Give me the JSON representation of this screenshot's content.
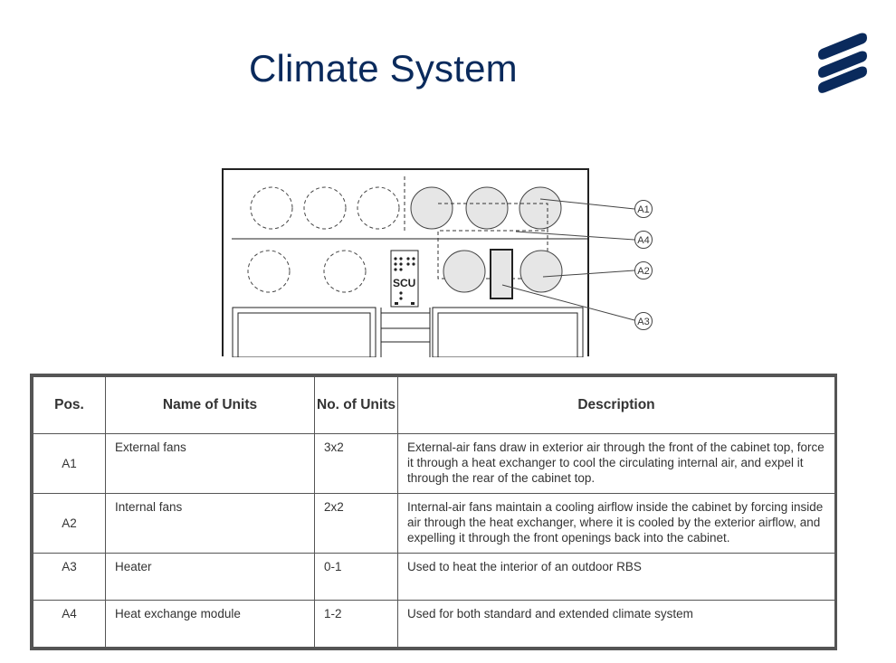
{
  "slide": {
    "title": "Climate System"
  },
  "logo": {
    "name": "three-bar-brand-logo",
    "color": "#0a2a5c"
  },
  "diagram": {
    "callouts": [
      "A1",
      "A4",
      "A2",
      "A3"
    ],
    "scu_label": "SCU"
  },
  "table": {
    "headers": [
      "Pos.",
      "Name of Units",
      "No. of Units",
      "Description"
    ],
    "rows": [
      {
        "pos": "A1",
        "name": "External fans",
        "units": "3x2",
        "desc": "External-air fans draw in exterior air through the front of the cabinet top, force it through a heat exchanger to cool the circulating internal air, and expel it through the rear of the cabinet top."
      },
      {
        "pos": "A2",
        "name": "Internal fans",
        "units": "2x2",
        "desc": "Internal-air fans maintain a cooling airflow inside the cabinet by forcing inside air through the heat exchanger, where it is cooled by the exterior airflow, and expelling it through the front openings back into the cabinet."
      },
      {
        "pos": "A3",
        "name": "Heater",
        "units": "0-1",
        "desc": "Used to heat the interior of an outdoor RBS"
      },
      {
        "pos": "A4",
        "name": "Heat exchange module",
        "units": "1-2",
        "desc": "Used for both standard and extended climate system"
      }
    ]
  },
  "colors": {
    "title": "#0a2a5c",
    "border": "#555555",
    "text": "#333333"
  }
}
